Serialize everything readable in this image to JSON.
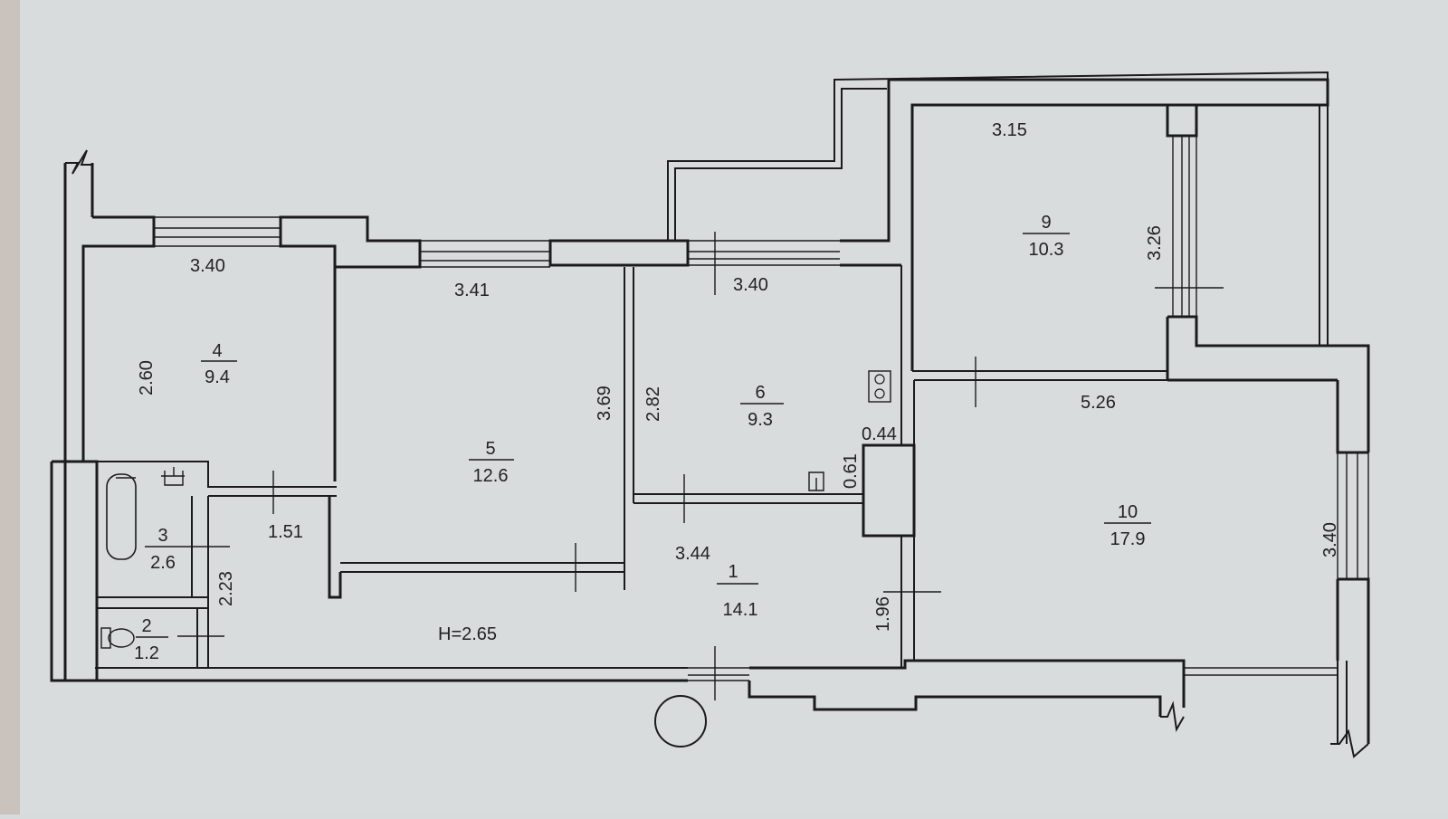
{
  "plan": {
    "ceiling_height": "H=2.65",
    "rooms": [
      {
        "id": "4",
        "number": "4",
        "area": "9.4"
      },
      {
        "id": "5",
        "number": "5",
        "area": "12.6"
      },
      {
        "id": "6",
        "number": "6",
        "area": "9.3"
      },
      {
        "id": "9",
        "number": "9",
        "area": "10.3"
      },
      {
        "id": "10",
        "number": "10",
        "area": "17.9"
      },
      {
        "id": "1",
        "number": "1",
        "area": "14.1"
      },
      {
        "id": "3",
        "number": "3",
        "area": "2.6"
      },
      {
        "id": "2",
        "number": "2",
        "area": "1.2"
      }
    ],
    "dimensions": {
      "d_r4_width": "3.40",
      "d_r5_width": "3.41",
      "d_r6_width": "3.40",
      "d_r9_width": "3.15",
      "d_r4_depth": "2.60",
      "d_r5_depth": "3.69",
      "d_r6_depth": "2.82",
      "d_r9_depth": "3.26",
      "d_r10_width": "5.26",
      "d_r10_depth": "3.40",
      "d_niche_w": "0.44",
      "d_niche_h": "0.61",
      "d_corridor_w": "1.51",
      "d_hall_w": "3.44",
      "d_bath_h": "2.23",
      "d_hall_h": "1.96"
    }
  }
}
